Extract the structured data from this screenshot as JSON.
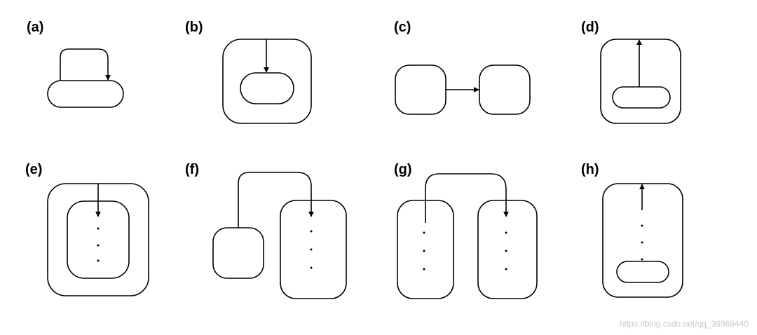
{
  "panels": [
    {
      "id": "a",
      "label": "(a)"
    },
    {
      "id": "b",
      "label": "(b)"
    },
    {
      "id": "c",
      "label": "(c)"
    },
    {
      "id": "d",
      "label": "(d)"
    },
    {
      "id": "e",
      "label": "(e)"
    },
    {
      "id": "f",
      "label": "(f)"
    },
    {
      "id": "g",
      "label": "(g)"
    },
    {
      "id": "h",
      "label": "(h)"
    }
  ],
  "watermark": "https://blog.csdn.net/qq_36969440",
  "colors": {
    "stroke": "#000000",
    "background": "#ffffff",
    "watermark": "#c8c8c8"
  }
}
